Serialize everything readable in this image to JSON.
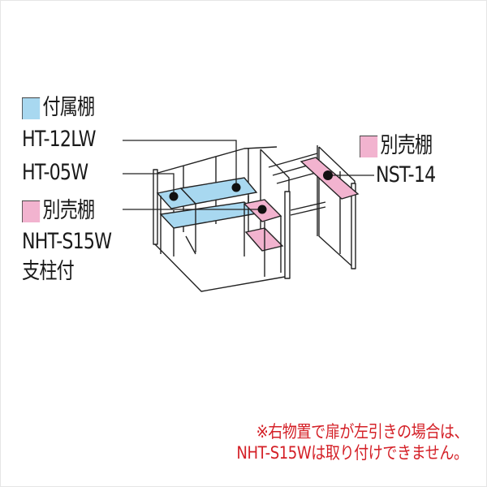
{
  "colors": {
    "included_shelf": "#a8d8f0",
    "optional_shelf": "#f2b3cf",
    "note_text": "#d42027",
    "line": "#222222"
  },
  "legend": {
    "included": {
      "swatch_color": "#a8d8f0",
      "heading": "付属棚",
      "models": [
        "HT-12LW",
        "HT-05W"
      ]
    },
    "optional_left": {
      "swatch_color": "#f2b3cf",
      "heading": "別売棚",
      "model": "NHT-S15W",
      "suffix": "支柱付"
    },
    "optional_right": {
      "swatch_color": "#f2b3cf",
      "heading": "別売棚",
      "model": "NST-14"
    }
  },
  "note": {
    "line1": "※右物置で扉が左引きの場合は、",
    "line2": "NHT-S15Wは取り付けできません。"
  }
}
